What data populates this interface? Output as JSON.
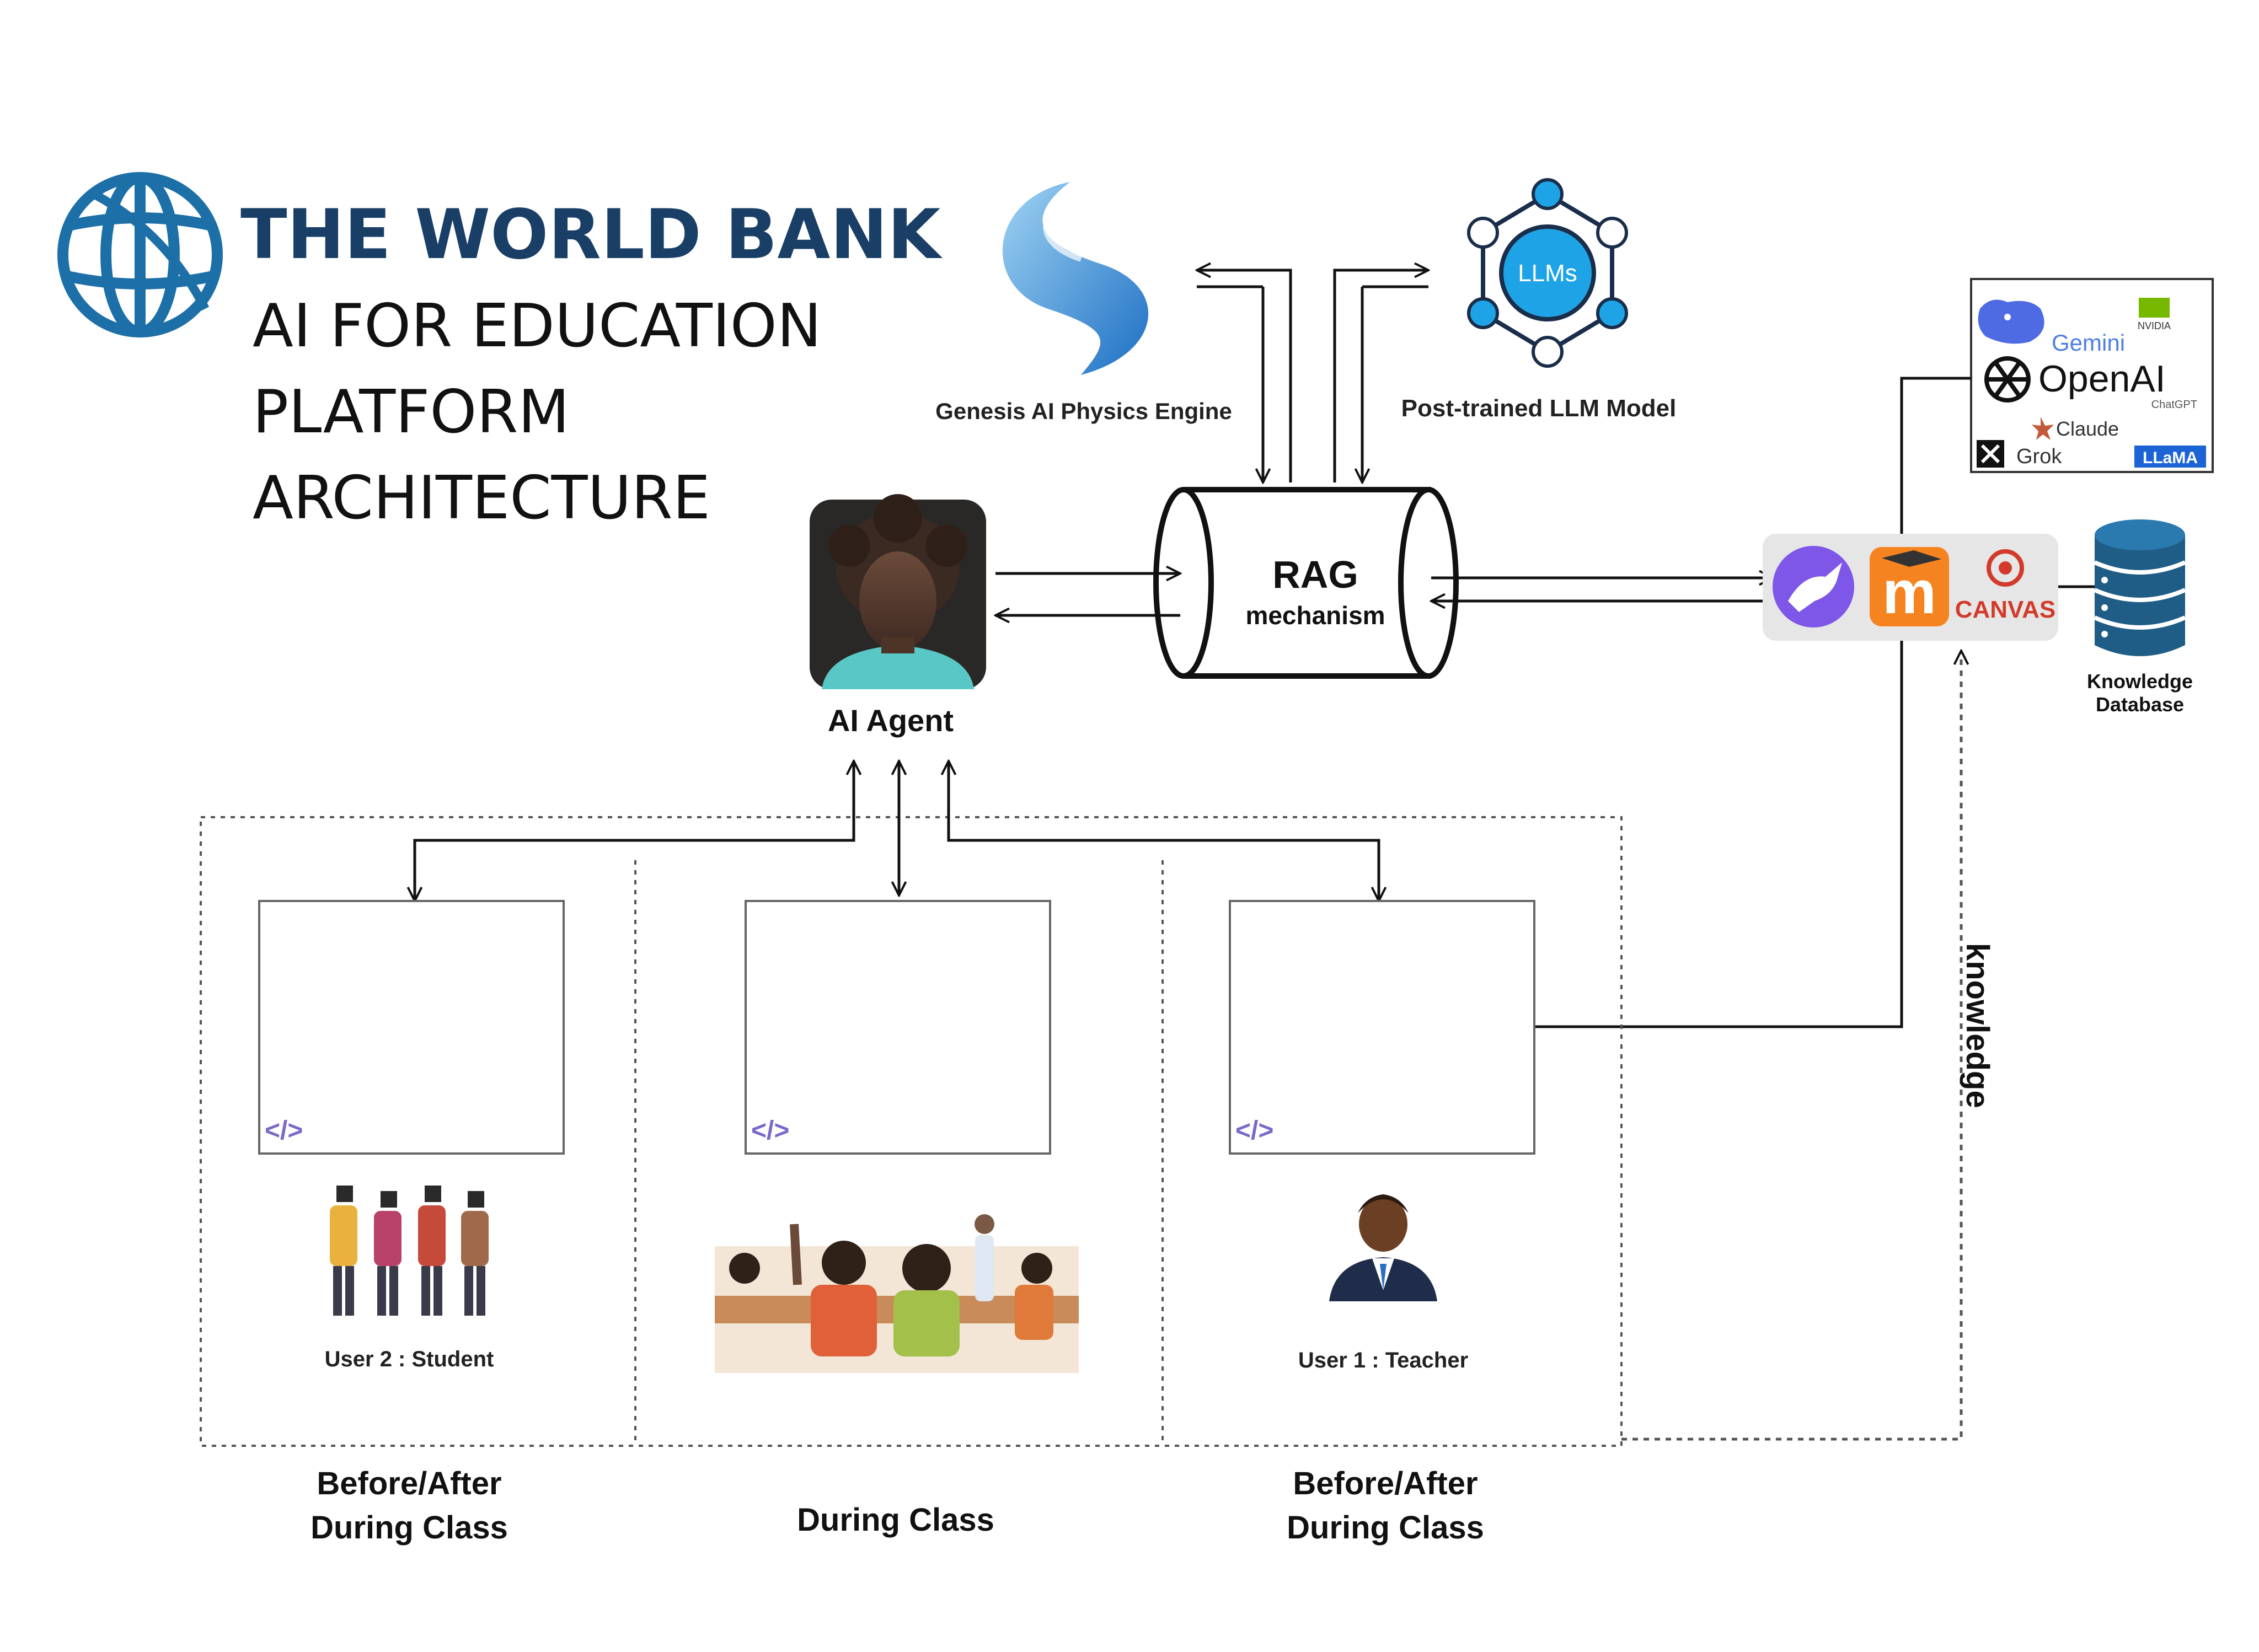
{
  "header": {
    "org_name": "THE WORLD BANK",
    "subtitle_line1": "AI FOR EDUCATION",
    "subtitle_line2": "PLATFORM",
    "subtitle_line3": "ARCHITECTURE"
  },
  "nodes": {
    "genesis_label": "Genesis AI Physics Engine",
    "llm_label": "Post-trained LLM Model",
    "llm_badge": "LLMs",
    "rag_title": "RAG",
    "rag_subtitle": "mechanism",
    "agent_label": "AI Agent",
    "knowledge_db_line1": "Knowledge",
    "knowledge_db_line2": "Database",
    "knowledge_flow_label": "knowledge"
  },
  "providers": {
    "gemini": "Gemini",
    "nvidia": "NVIDIA",
    "openai": "OpenAI",
    "chatgpt": "ChatGPT",
    "claude": "Claude",
    "grok": "Grok",
    "llama": "LLaMA"
  },
  "lms": {
    "moodle_glyph": "m",
    "canvas": "CANVAS"
  },
  "panels": [
    {
      "code_icon": "</>",
      "user_label": "User 2 : Student",
      "phase_line1": "Before/After",
      "phase_line2": "During Class"
    },
    {
      "code_icon": "</>",
      "user_label": "",
      "phase_line1": "During Class",
      "phase_line2": ""
    },
    {
      "code_icon": "</>",
      "user_label": "User 1 : Teacher",
      "phase_line1": "Before/After",
      "phase_line2": "During Class"
    }
  ],
  "colors": {
    "bank_blue": "#1a3f66",
    "globe_blue": "#1d6fa8",
    "llm_blue": "#1ea4e6",
    "db_blue": "#1f5d86",
    "lms_purple": "#7e56e8",
    "moodle_orange": "#f58420",
    "canvas_red": "#d23b2b",
    "code_purple": "#7b68c9"
  }
}
